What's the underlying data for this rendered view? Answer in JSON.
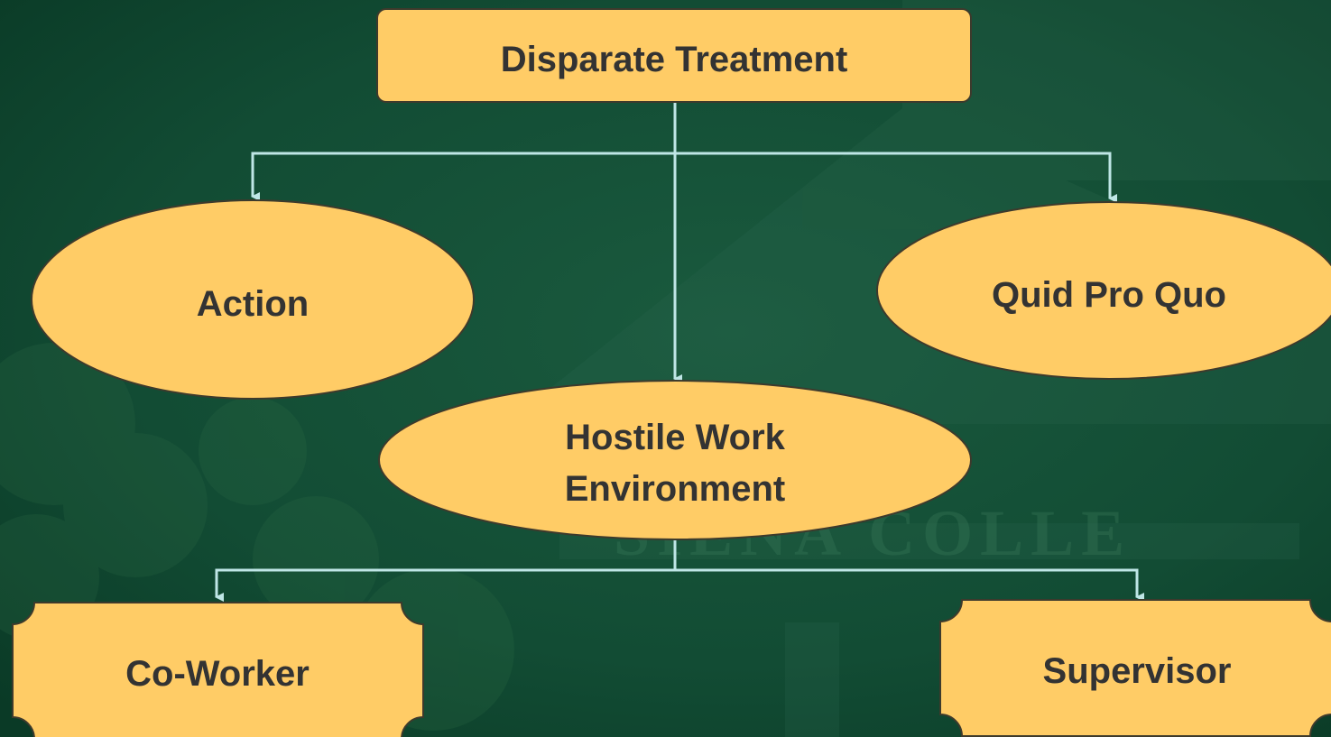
{
  "diagram": {
    "nodes": {
      "root": {
        "label": "Disparate Treatment"
      },
      "action": {
        "label": "Action"
      },
      "quid": {
        "label": "Quid Pro Quo"
      },
      "hostile": {
        "lines": [
          "Hostile Work",
          "Environment"
        ]
      },
      "coworker": {
        "label": "Co-Worker"
      },
      "supervisor": {
        "label": "Supervisor"
      }
    },
    "colors": {
      "background": "#0f4a32",
      "node_fill": "#ffcc66",
      "node_stroke": "#3d3a2c",
      "text": "#333333",
      "connector": "#bfe6e6"
    }
  },
  "background": {
    "watermark_text": "SIENA COLLE"
  }
}
